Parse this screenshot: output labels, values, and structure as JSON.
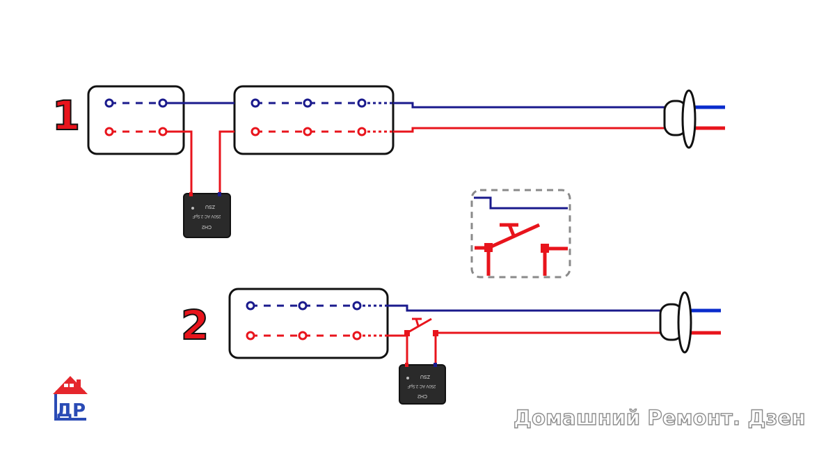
{
  "diagram": {
    "labels": {
      "scheme_1": "1",
      "scheme_2": "2"
    },
    "relay_text": {
      "brand": "ZSU",
      "rating": "250V AC 2.5µF",
      "size": "CH2"
    },
    "watermark": {
      "logo_text": "ДР",
      "caption": "Домашний Ремонт. Дзен"
    }
  },
  "colors": {
    "neutral_wire": "#1a1a8c",
    "phase_wire": "#e8141c",
    "terminal_blue": "#0a2ccc",
    "label_red": "#e8141c",
    "outline": "#111111",
    "detail_box": "#8a8a8a",
    "capacitor_body": "#2a2a2a",
    "logo_red": "#e5262c",
    "logo_blue": "#2a4bb5"
  }
}
